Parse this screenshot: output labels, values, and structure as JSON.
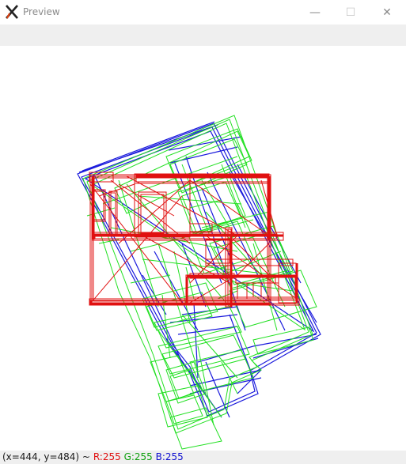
{
  "window": {
    "title": "Preview",
    "minimize_glyph": "—",
    "maximize_glyph": "☐",
    "close_glyph": "✕"
  },
  "status": {
    "coords": "(x=444, y=484) ~",
    "r": "R:255",
    "g": "G:255",
    "b": "B:255"
  },
  "colors": {
    "blue": "#1a1adc",
    "green": "#22e022",
    "red": "#e01010"
  },
  "icons": {
    "app": "x-logo-icon"
  }
}
